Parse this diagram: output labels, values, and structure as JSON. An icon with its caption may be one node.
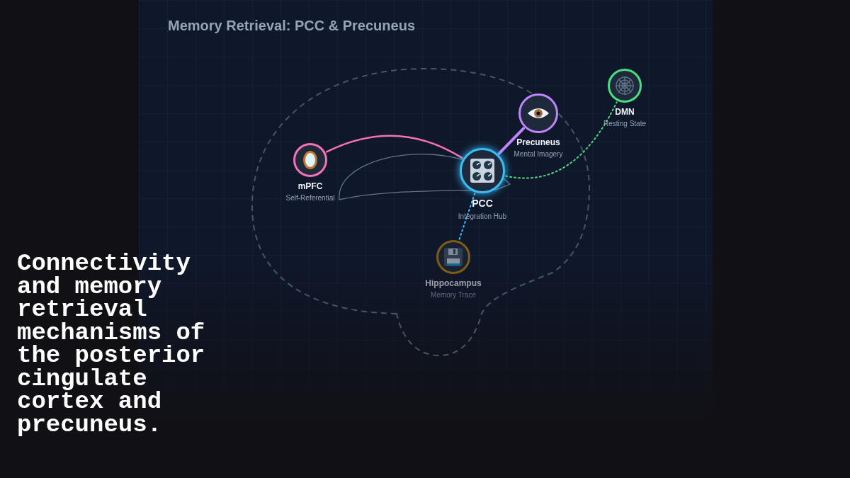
{
  "diagram": {
    "title": "Memory Retrieval: PCC & Precuneus",
    "caption": "Connectivity and memory retrieval mechanisms of the posterior cingulate cortex and precuneus.",
    "nodes": [
      {
        "text": [
          "mPFC",
          "Self-Referential"
        ]
      },
      {
        "text": [
          "Precuneus",
          "Mental Imagery"
        ]
      },
      {
        "text": [
          "PCC",
          "Integration Hub"
        ]
      },
      {
        "text": [
          "Hippocampus",
          "Memory Trace"
        ]
      },
      {
        "text": [
          "DMN",
          "Resting State"
        ]
      }
    ],
    "edges": [
      {
        "from": 0,
        "to": 2,
        "arrow": "none",
        "color": "#f472b6"
      },
      {
        "from": 2,
        "to": 1,
        "arrow": "none",
        "style": "thick",
        "color": "#c084fc"
      },
      {
        "from": 2,
        "to": 3,
        "arrow": "none",
        "style": "dashed",
        "color": "#38bdf8"
      },
      {
        "from": 2,
        "to": 4,
        "arrow": "none",
        "style": "dashed",
        "color": "#4ade80"
      }
    ]
  }
}
